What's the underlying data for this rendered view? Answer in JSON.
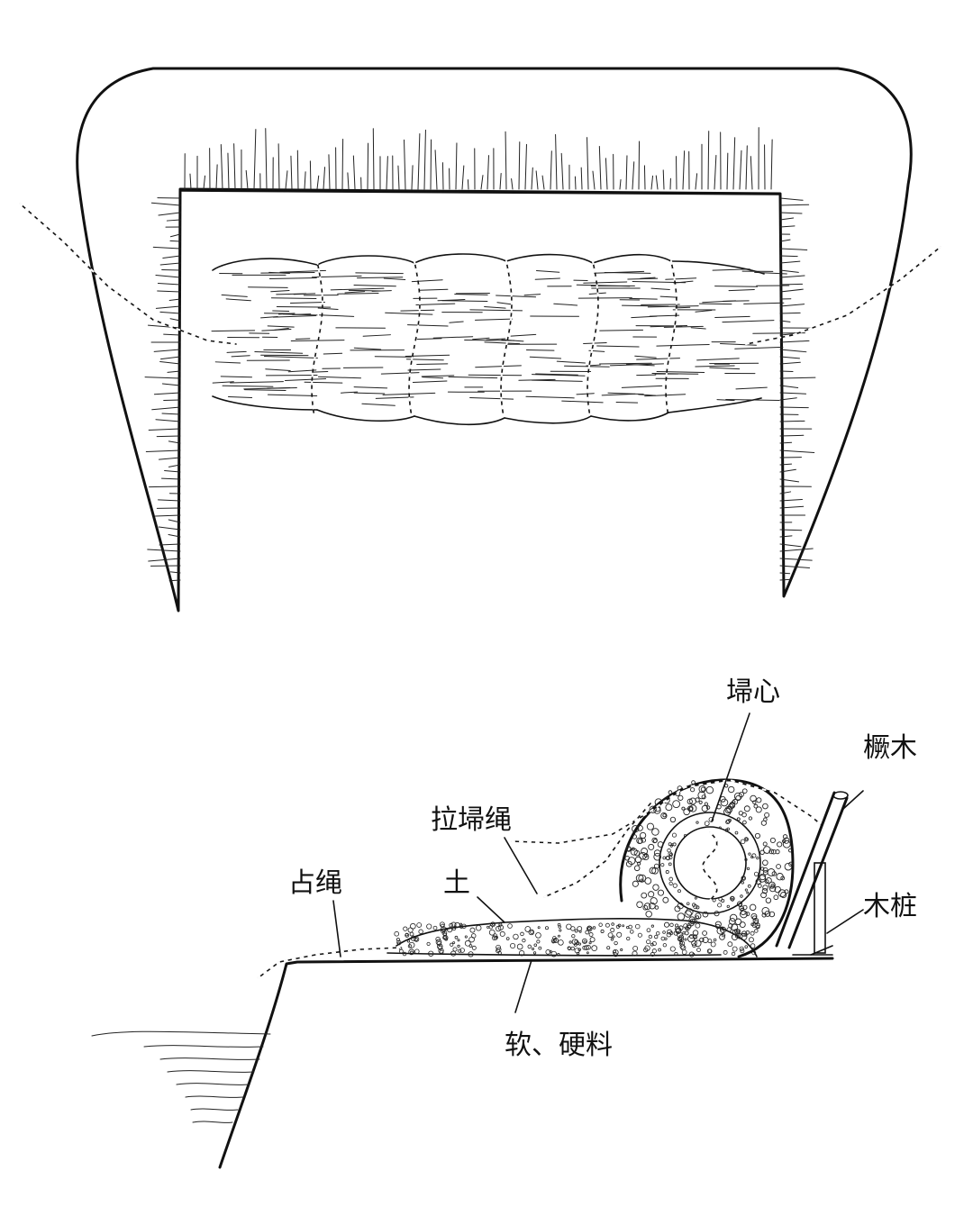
{
  "labels": {
    "core": "埽心",
    "pile": "橛木",
    "pull_rope": "拉埽绳",
    "anchor_rope": "占绳",
    "soil": "土",
    "stake": "木桩",
    "materials": "软、硬料"
  }
}
